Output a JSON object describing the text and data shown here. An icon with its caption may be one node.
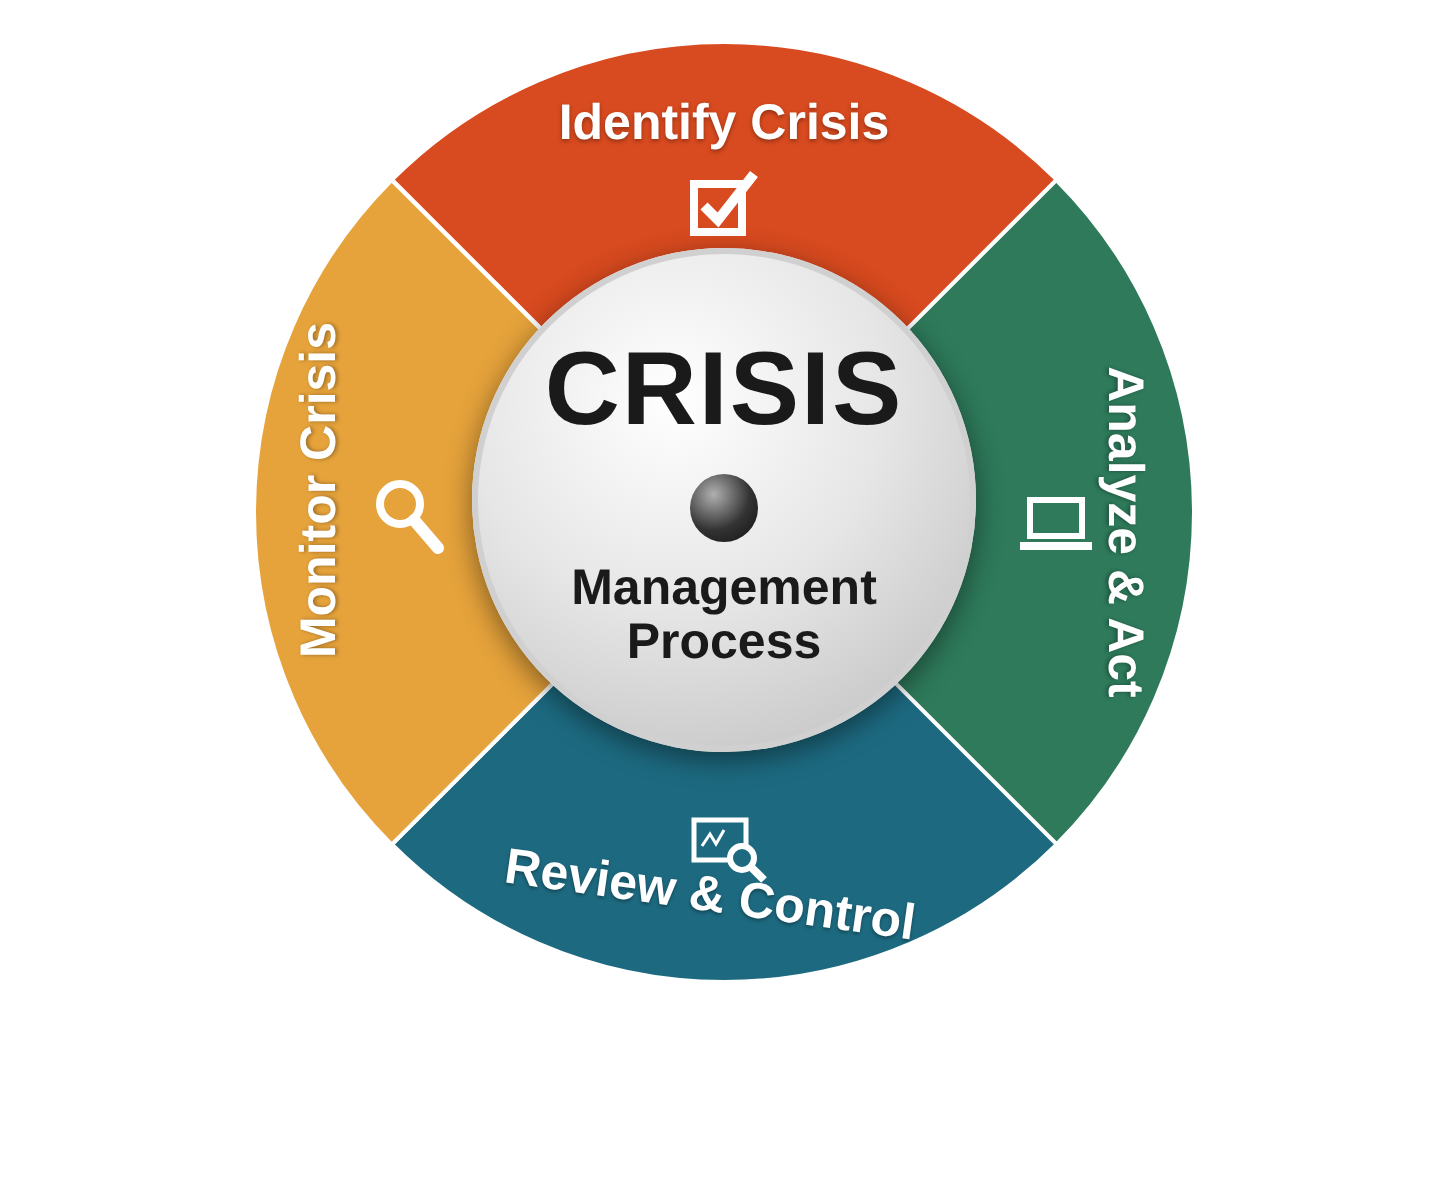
{
  "diagram": {
    "nodes": [
      {
        "text": [
          "Identify Crisis"
        ]
      },
      {
        "text": [
          "Analyze & Act"
        ]
      },
      {
        "text": [
          "Review & Control"
        ]
      },
      {
        "text": [
          "Monitor Crisis"
        ]
      },
      {
        "text": [
          "CRISIS",
          "Management Process"
        ]
      }
    ]
  }
}
